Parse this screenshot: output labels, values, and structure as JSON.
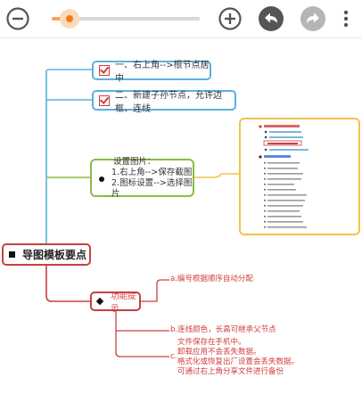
{
  "toolbar": {
    "zoom_out_icon": "minus-circle-icon",
    "zoom_in_icon": "plus-circle-icon",
    "undo_icon": "undo-icon",
    "redo_icon": "redo-icon",
    "more_icon": "more-vertical-icon",
    "zoom_level": 0.12
  },
  "mindmap": {
    "root": {
      "label": "导图模板要点"
    },
    "branch1": {
      "label": "一、右上角-->根节点居中"
    },
    "branch2": {
      "label": "二、新建子孙节点，允许边框、连线"
    },
    "branch3": {
      "title": "设置图片：",
      "line1": "1.右上角-->保存截图",
      "line2": "2.图标设置-->选择图片"
    },
    "tips": {
      "label": "功能提示",
      "item_a": "a.编号根据顺序自动分配",
      "item_b": "b.连线颜色，长高可继承父节点",
      "item_c_marker": "c.",
      "item_c_lines": [
        "文件保存在手机中。",
        "卸载应用不会丢失数据。",
        "格式化或恢复出厂设置会丢失数据。",
        "可通过右上角分享文件进行备份"
      ]
    }
  },
  "colors": {
    "blue_line": "#5bb0e0",
    "red_line": "#c94040",
    "green_line": "#8bbb44",
    "yellow_line": "#f3c24b",
    "accent_orange": "#f07d1e",
    "icon_gray": "#555555"
  }
}
